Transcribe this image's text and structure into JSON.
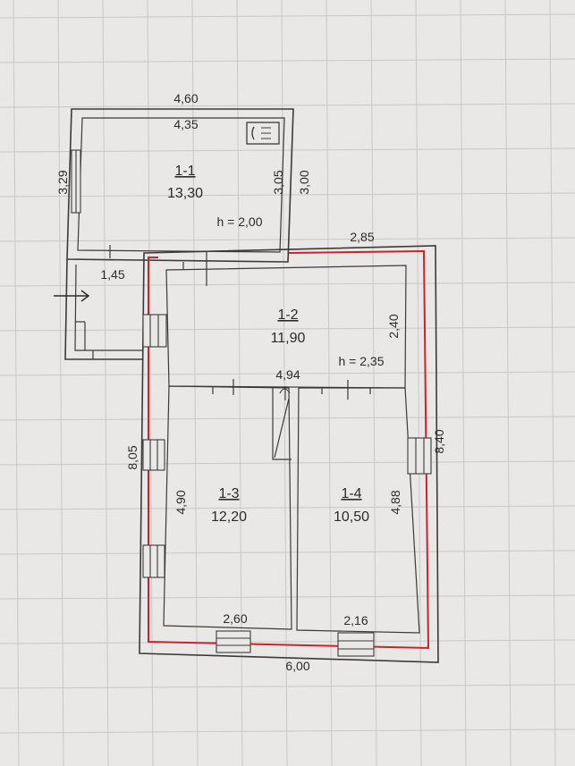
{
  "rooms": [
    {
      "id": "1-1",
      "area": "13,30"
    },
    {
      "id": "1-2",
      "area": "11,90"
    },
    {
      "id": "1-3",
      "area": "12,20"
    },
    {
      "id": "1-4",
      "area": "10,50"
    }
  ],
  "heights": {
    "room_1_1": "h = 2,00",
    "room_1_2": "h = 2,35"
  },
  "dimensions": {
    "outer_top_annex": "4,60",
    "inner_top_annex": "4,35",
    "left_annex": "3,29",
    "inner_right_annex": "3,05",
    "outer_right_annex": "3,00",
    "porch_width": "1,45",
    "top_house_right": "2,85",
    "room_1_2_height": "2,40",
    "middle_width": "4,94",
    "left_house": "8,05",
    "right_house": "8,40",
    "room_1_3_height": "4,90",
    "room_1_4_height": "4,88",
    "room_1_3_width": "2,60",
    "room_1_4_width": "2,16",
    "bottom_house": "6,00"
  },
  "colors": {
    "background": "#e9e8e6",
    "grid": "#c9c8c6",
    "walls": "#3a3a3a",
    "exterior_line": "#c8252b"
  },
  "icons": [
    "entry-arrow-icon",
    "stove-icon",
    "door-swing-icon"
  ]
}
